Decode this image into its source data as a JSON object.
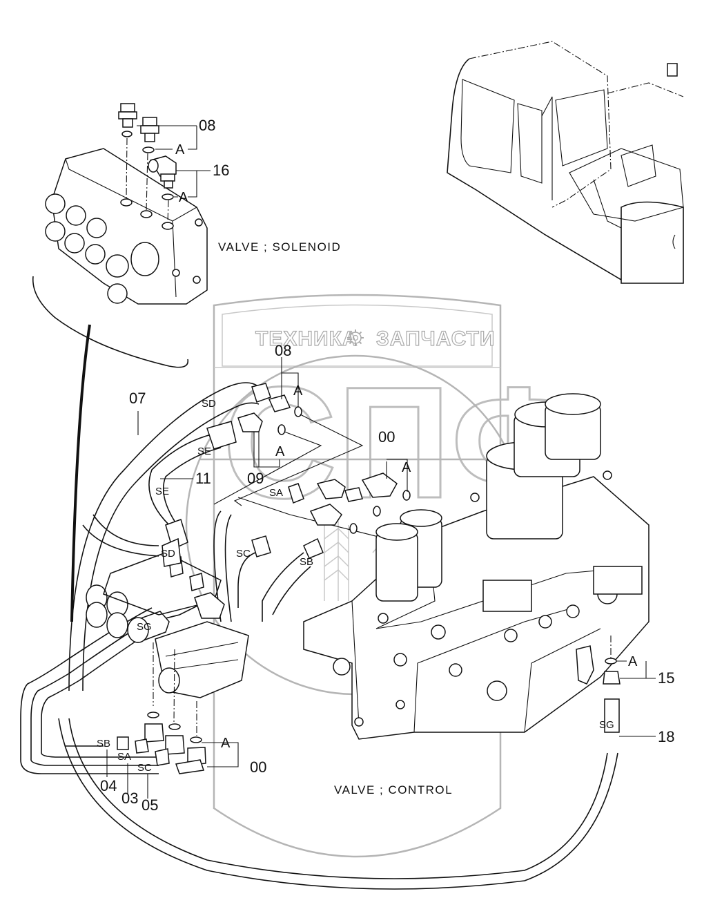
{
  "diagram": {
    "title": "Hydraulic piping: solenoid valve to control valve",
    "captions": {
      "solenoid_valve": "VALVE ; SOLENOID",
      "control_valve": "VALVE ; CONTROL"
    },
    "watermark": {
      "brand_text_left": "ТЕХНИКА",
      "brand_text_right": "ЗАПЧАСТИ",
      "logo_letters": "СПФ",
      "gear_icon": "gear-icon"
    },
    "part_callouts": {
      "p08_top": "08",
      "p16": "16",
      "p08_mid": "08",
      "p07": "07",
      "p11": "11",
      "p09": "09",
      "p00_mid": "00",
      "p15": "15",
      "p18": "18",
      "p00_bottom": "00",
      "p04": "04",
      "p03": "03",
      "p05": "05"
    },
    "oring_callouts": {
      "a1": "A",
      "a2": "A",
      "a3": "A",
      "a4": "A",
      "a5": "A",
      "a6": "A",
      "a7": "A"
    },
    "hose_tags": {
      "sd_top": "SD",
      "se_top": "SE",
      "se_bottom": "SE",
      "sa_top": "SA",
      "sc_mid": "SC",
      "sb_mid": "SB",
      "sd_bottom": "SD",
      "sg_left": "SG",
      "sg_right": "SG",
      "sb_bottom": "SB",
      "sa_bottom": "SA",
      "sc_bottom": "SC"
    }
  }
}
